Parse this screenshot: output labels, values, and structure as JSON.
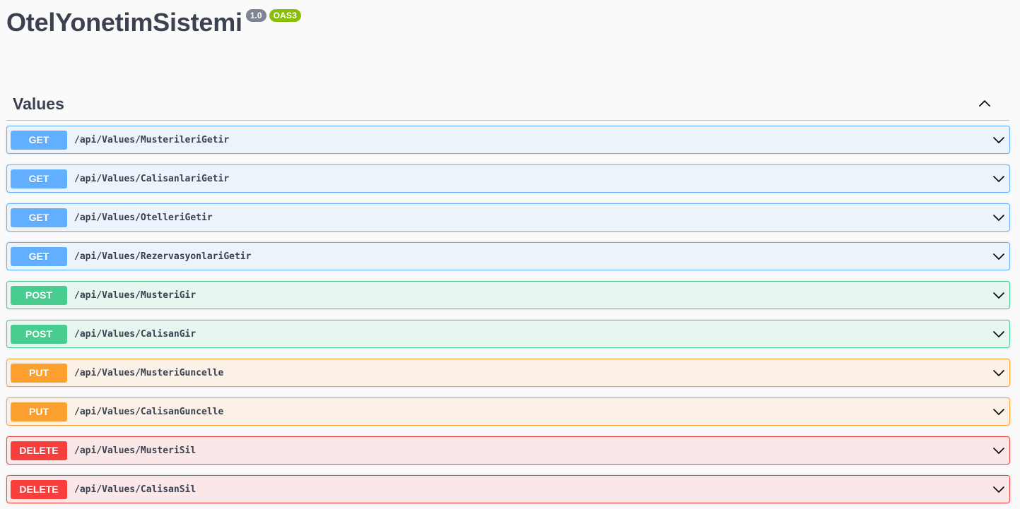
{
  "info": {
    "title": "OtelYonetimSistemi",
    "version": "1.0",
    "oas": "OAS3"
  },
  "tag": {
    "name": "Values",
    "toggle_icon": "chevron-up-icon"
  },
  "operations": [
    {
      "method": "GET",
      "path": "/api/Values/MusterileriGetir",
      "color": "#61affe"
    },
    {
      "method": "GET",
      "path": "/api/Values/CalisanlariGetir",
      "color": "#61affe"
    },
    {
      "method": "GET",
      "path": "/api/Values/OtelleriGetir",
      "color": "#61affe"
    },
    {
      "method": "GET",
      "path": "/api/Values/RezervasyonlariGetir",
      "color": "#61affe"
    },
    {
      "method": "POST",
      "path": "/api/Values/MusteriGir",
      "color": "#49cc90"
    },
    {
      "method": "POST",
      "path": "/api/Values/CalisanGir",
      "color": "#49cc90"
    },
    {
      "method": "PUT",
      "path": "/api/Values/MusteriGuncelle",
      "color": "#fca130"
    },
    {
      "method": "PUT",
      "path": "/api/Values/CalisanGuncelle",
      "color": "#fca130"
    },
    {
      "method": "DELETE",
      "path": "/api/Values/MusteriSil",
      "color": "#f93e3e"
    },
    {
      "method": "DELETE",
      "path": "/api/Values/CalisanSil",
      "color": "#f93e3e"
    }
  ]
}
